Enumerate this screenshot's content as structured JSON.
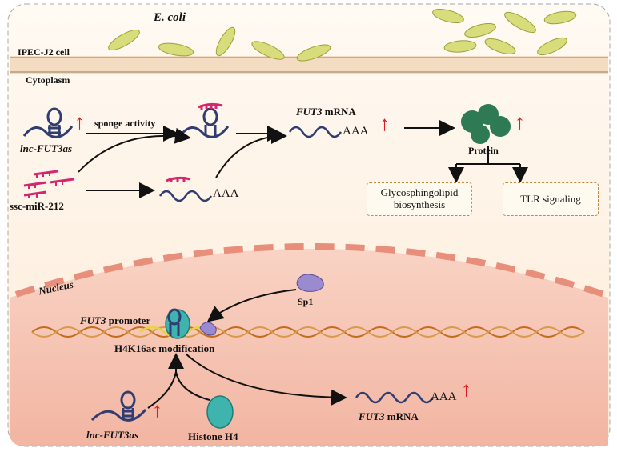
{
  "bacteria_label": "E. coli",
  "cell_label": "IPEC-J2 cell",
  "cytoplasm_label": "Cytoplasm",
  "nucleus_label": "Nucleus",
  "lnc_top": "lnc-FUT3as",
  "sponge_label": "sponge activity",
  "mirna_label": "ssc-miR-212",
  "aaa_mid": "AAA",
  "fut3_mrna_top_gene": "FUT3",
  "fut3_mrna_top_suffix": " mRNA",
  "aaa_top": "AAA",
  "protein_label": "Protein",
  "box_gsl": "Glycosphingolipid biosynthesis",
  "box_tlr": "TLR signaling",
  "sp1_label": "Sp1",
  "promoter_gene": "FUT3",
  "promoter_suffix": " promoter",
  "h4_mod_label": "H4K16ac modification",
  "lnc_bottom": "lnc-FUT3as",
  "histone_label": "Histone H4",
  "fut3_mrna_bottom_gene": "FUT3",
  "fut3_mrna_bottom_suffix": " mRNA",
  "aaa_bottom": "AAA",
  "colors": {
    "up_arrow": "#d81e1e",
    "rna": "#2f3d72",
    "mirna": "#d6246e",
    "protein": "#2d7a55",
    "box_border": "#c8873a",
    "nucleus_bg": "#f6c8ba",
    "cytoplasm_bg": "#fdf1e2"
  }
}
